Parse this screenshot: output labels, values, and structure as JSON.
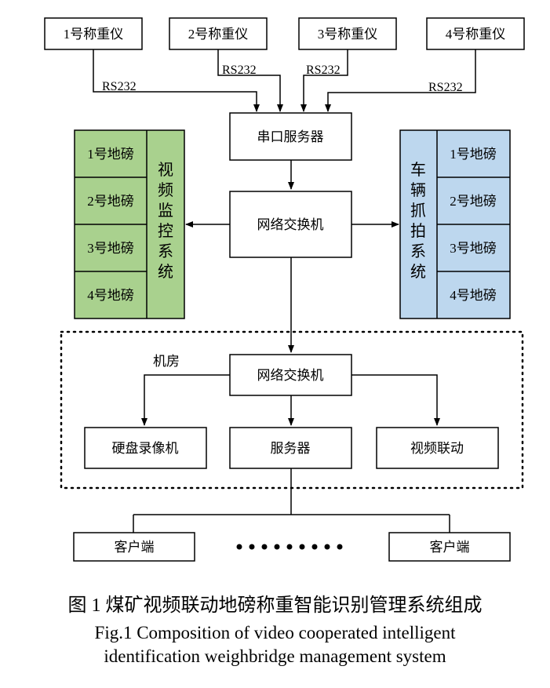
{
  "scales": [
    "1号称重仪",
    "2号称重仪",
    "3号称重仪",
    "4号称重仪"
  ],
  "rs232_label": "RS232",
  "serial_server": "串口服务器",
  "network_switch_top": "网络交换机",
  "video_system": {
    "weighbridges": [
      "1号地磅",
      "2号地磅",
      "3号地磅",
      "4号地磅"
    ],
    "label_chars": [
      "视",
      "频",
      "监",
      "控",
      "系",
      "统"
    ],
    "color": "#a9d18e"
  },
  "vehicle_system": {
    "weighbridges": [
      "1号地磅",
      "2号地磅",
      "3号地磅",
      "4号地磅"
    ],
    "label_chars": [
      "车",
      "辆",
      "抓",
      "拍",
      "系",
      "统"
    ],
    "color": "#bdd7ee"
  },
  "machine_room": {
    "label": "机房",
    "switch": "网络交换机",
    "devices": [
      "硬盘录像机",
      "服务器",
      "视频联动"
    ]
  },
  "clients": [
    "客户端",
    "客户端"
  ],
  "caption": {
    "cn": "图 1  煤矿视频联动地磅称重智能识别管理系统组成",
    "en_line1": "Fig.1 Composition of video cooperated intelligent",
    "en_line2": "identification weighbridge management system"
  }
}
